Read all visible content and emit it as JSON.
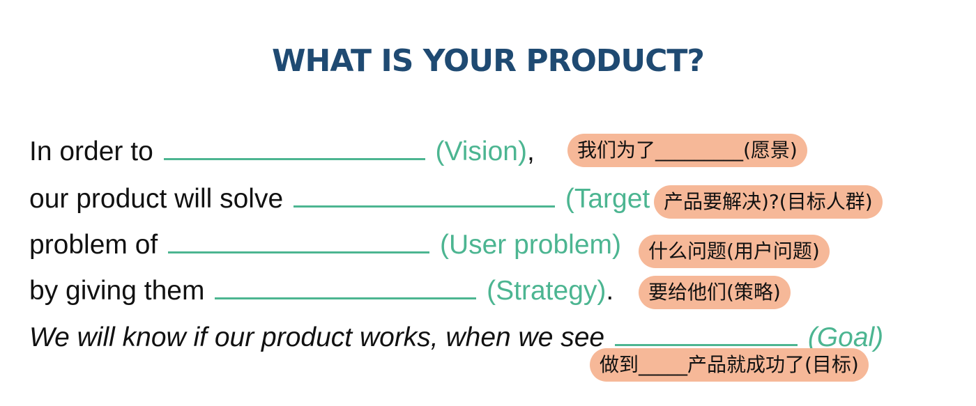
{
  "title": "WHAT IS YOUR PRODUCT?",
  "lines": [
    {
      "prefix": "In order to",
      "hint": "(Vision)",
      "suffix": ","
    },
    {
      "prefix": "our product will solve",
      "hint": "(Target Audience)",
      "suffix": ""
    },
    {
      "prefix": "problem of",
      "hint": "(User problem)",
      "suffix": ""
    },
    {
      "prefix": "by giving them",
      "hint": "(Strategy)",
      "suffix": "."
    },
    {
      "prefix": "We will know if our product works, when we see",
      "hint": "(Goal)",
      "suffix": ""
    }
  ],
  "annotations": [
    "我们为了_________(愿景)",
    "产品要解决)?(目标人群)",
    "什么问题(用户问题)",
    "要给他们(策略)",
    "做到_____产品就成功了(目标)"
  ],
  "colors": {
    "title": "#1f4a72",
    "accent": "#4cb591",
    "highlight": "#f6b898"
  }
}
